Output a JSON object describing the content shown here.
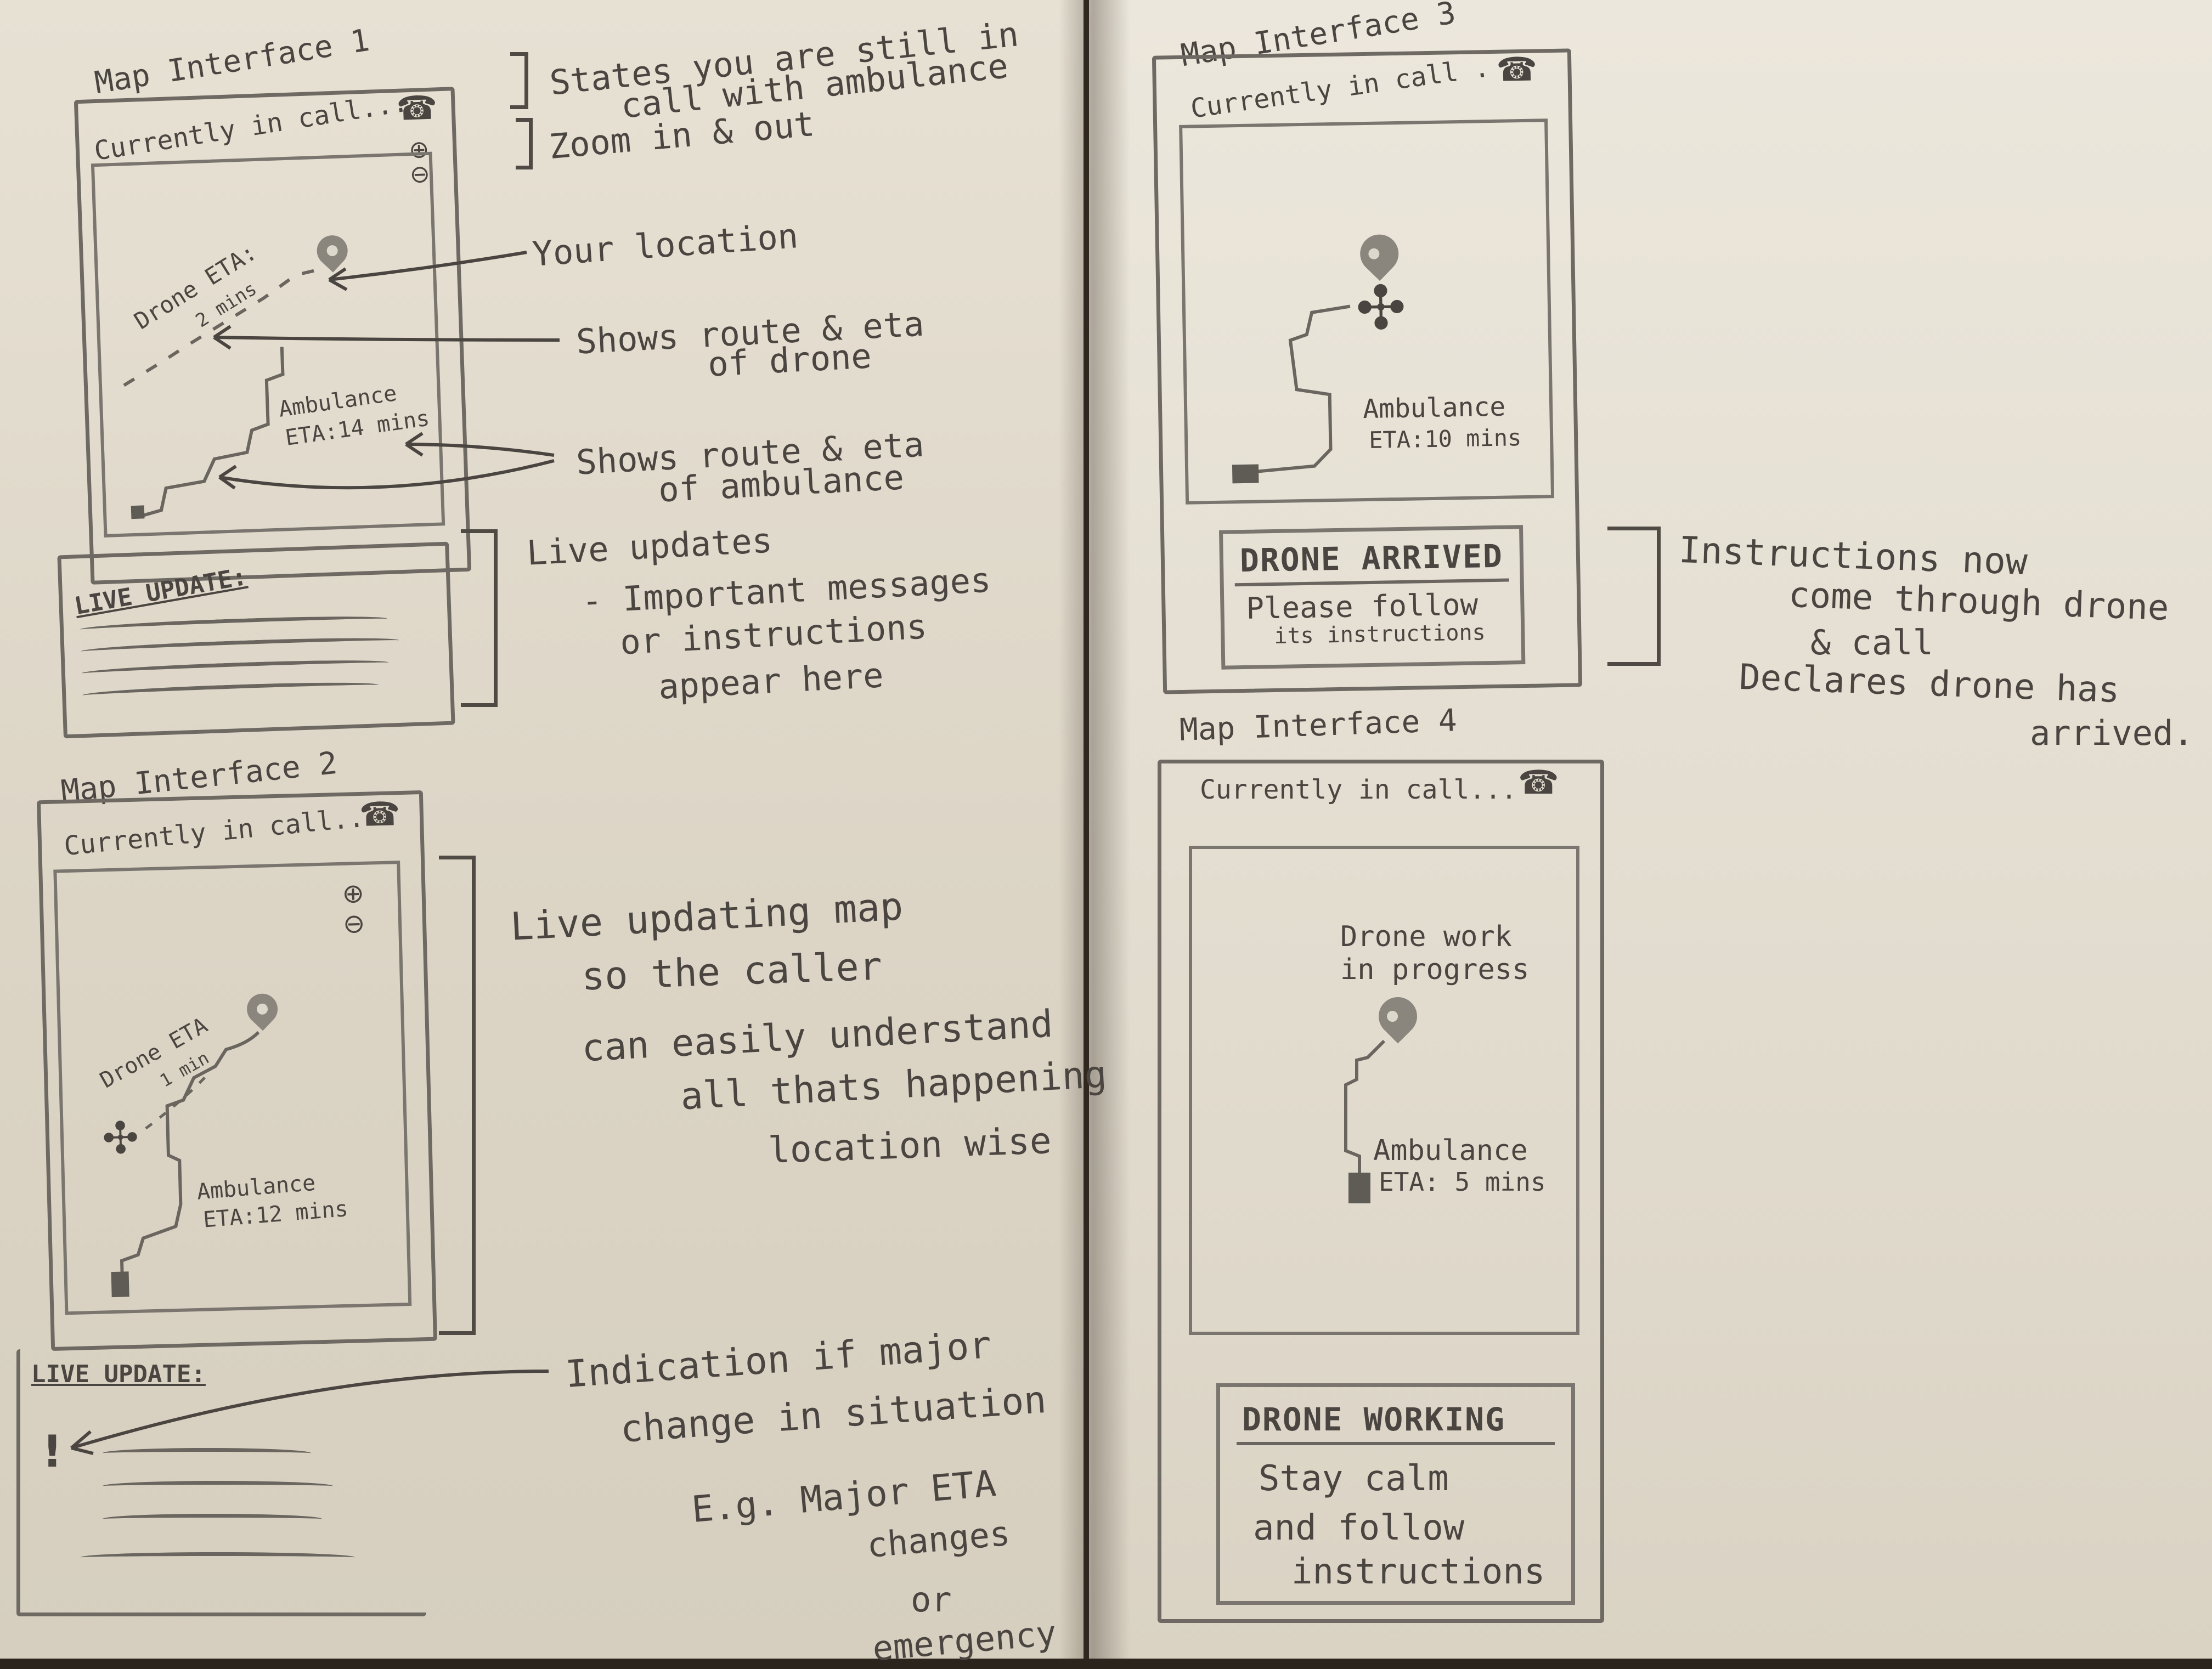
{
  "interface1": {
    "title": "Map Interface 1",
    "header": "Currently in call...",
    "drone_eta": "Drone ETA:",
    "drone_eta_value": "2 mins",
    "ambulance_label": "Ambulance",
    "ambulance_eta": "ETA:14 mins",
    "live_update": "LIVE UPDATE:"
  },
  "interface2": {
    "title": "Map Interface 2",
    "header": "Currently in call...",
    "drone_eta": "Drone ETA",
    "drone_eta_value": "1 min",
    "ambulance_label": "Ambulance",
    "ambulance_eta": "ETA:12 mins",
    "live_update": "LIVE UPDATE:"
  },
  "interface3": {
    "title": "Map Interface 3",
    "header": "Currently in call .",
    "ambulance_label": "Ambulance",
    "ambulance_eta": "ETA:10 mins",
    "status_heading": "DRONE ARRIVED",
    "status_line1": "Please follow",
    "status_line2": "its instructions"
  },
  "interface4": {
    "title": "Map Interface 4",
    "header": "Currently in call...",
    "work_line1": "Drone work",
    "work_line2": "in progress",
    "ambulance_label": "Ambulance",
    "ambulance_eta": "ETA: 5 mins",
    "status_heading": "DRONE WORKING",
    "status_line1": "Stay calm",
    "status_line2": "and follow",
    "status_line3": "instructions"
  },
  "annotations": {
    "call_state_1": "States you are still in",
    "call_state_2": "call with ambulance",
    "zoom": "Zoom in & out",
    "your_location": "Your location",
    "drone_route_1": "Shows route & eta",
    "drone_route_2": "of drone",
    "amb_route_1": "Shows route & eta",
    "amb_route_2": "of ambulance",
    "live_1": "Live updates",
    "live_2": "- Important messages",
    "live_3": "or instructions",
    "live_4": "appear here",
    "map_1": "Live updating map",
    "map_2": "so the caller",
    "map_3": "can easily understand",
    "map_4": "all thats happening",
    "map_5": "location wise",
    "change_1": "Indication if major",
    "change_2": "change in situation",
    "change_3": "E.g. Major ETA",
    "change_4": "changes",
    "change_5": "or",
    "change_6": "emergency",
    "instr_1": "Instructions now",
    "instr_2": "come through drone",
    "instr_3": "& call",
    "instr_4": "Declares drone has",
    "instr_5": "arrived."
  },
  "icons": [
    "phone-icon",
    "zoom-in-icon",
    "zoom-out-icon",
    "location-pin-icon",
    "drone-icon",
    "ambulance-icon",
    "alert-icon"
  ],
  "colors": {
    "paper": "#e4ded1",
    "pencil": "#4a4540"
  }
}
